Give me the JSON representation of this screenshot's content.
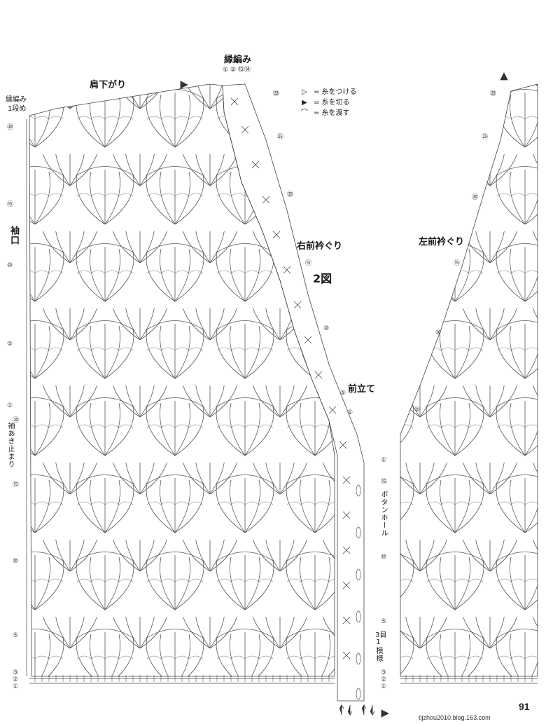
{
  "labels": {
    "edging_top": "縁編み",
    "shoulder": "肩下がり",
    "edging_row1_a": "縁編み",
    "edging_row1_b": "1段め",
    "cuff": "袖口",
    "sleeve_end": "袖あき止まり",
    "right_neck": "右前衿ぐり",
    "left_neck": "左前衿ぐり",
    "figure": "2図",
    "front_band": "前立て",
    "button_hole": "ボタンホール",
    "pattern_repeat_a": "3目",
    "pattern_repeat_b": "1模様"
  },
  "legend": [
    {
      "symbol": "▷",
      "text": "= 糸をつける"
    },
    {
      "symbol": "▶",
      "text": "= 糸を切る"
    },
    {
      "symbol": "⌒",
      "text": "= 糸を渡す"
    }
  ],
  "edging_row_numbers": [
    "①",
    "②",
    "⑬⑭"
  ],
  "row_markers": {
    "left_top": [
      "⑳",
      "⑮",
      "⑩",
      "⑤",
      "①"
    ],
    "left_bottom": [
      "⑳",
      "⑮",
      "⑩",
      "⑤",
      "③",
      "②",
      "①"
    ],
    "band": [
      "㉘",
      "㉕",
      "⑳",
      "⑮",
      "⑩",
      "⑤",
      "①"
    ],
    "right_front": [
      "①",
      "⑮",
      "⑩",
      "⑤",
      "③",
      "②",
      "①"
    ],
    "left_panel": [
      "㉘",
      "㉕",
      "⑳",
      "⑮",
      "⑩",
      "⑤"
    ]
  },
  "page_number": "91",
  "watermark": "tljzhou2010.blog.163.com"
}
